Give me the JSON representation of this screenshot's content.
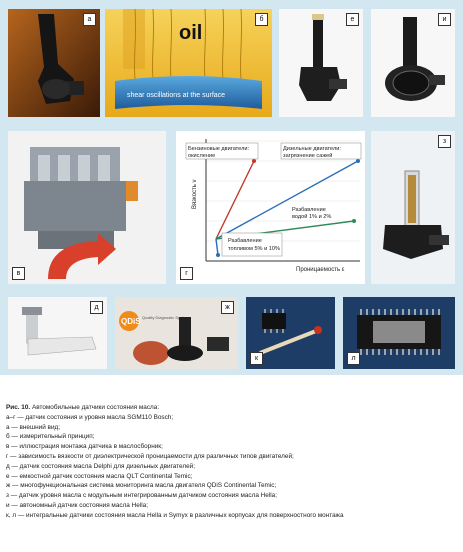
{
  "panels": {
    "a": {
      "tag": "а"
    },
    "b": {
      "tag": "б",
      "oil_label": "oil",
      "wave_label": "shear oscillations at the surface"
    },
    "v": {
      "tag": "в"
    },
    "g": {
      "tag": "г"
    },
    "d": {
      "tag": "д"
    },
    "e": {
      "tag": "е"
    },
    "zh": {
      "tag": "ж",
      "logo_text": "QDiS",
      "logo_sub": "Quality Diagnostic System"
    },
    "z": {
      "tag": "з"
    },
    "i": {
      "tag": "и"
    },
    "k": {
      "tag": "к"
    },
    "l": {
      "tag": "л"
    }
  },
  "chart_data": {
    "type": "line",
    "xlabel": "Проницаемость ε",
    "ylabel": "Вязкость ν",
    "annotations": [
      "Бензиновые двигатели: окисление",
      "Дизельные двигатели: загрязнение сажей",
      "Разбавление водой 1% и 2%",
      "Разбавление топливом 5% и 10%"
    ],
    "series": [
      {
        "color": "#c0392b",
        "trend": "oxidation-up"
      },
      {
        "color": "#2a6fb5",
        "trend": "soot-up"
      },
      {
        "color": "#2e8b57",
        "trend": "water-dilution"
      },
      {
        "color": "#2a6fb5",
        "trend": "fuel-dilution-down"
      }
    ]
  },
  "caption": {
    "title": "Рис. 10.",
    "title_rest": " Автомобильные датчики состояния масла:",
    "lines": [
      "а–г — датчик состояния и уровня масла SGM110 Bosch;",
      "а — внешний вид;",
      "б — измерительный принцип;",
      "в — иллюстрация монтажа датчика в маслосборник;",
      "г — зависимость вязкости от диэлектрической проницаемости для различных типов двигателей;",
      "д — датчик состояния масла Delphi для дизельных двигателей;",
      "е — емкостной датчик состояния масла QLT Continental Temic;",
      "ж — многофункциональная система мониторинга масла двигателя QDiS Continental Temic;",
      "з — датчик уровня масла с модульным интегрированным датчиком состояния масла Hella;",
      "и — автономный датчик состояния масла Hella;",
      "к, л — интегральные датчики состояния масла Hella и Symyx в различных корпусах для поверхностного монтажа"
    ]
  }
}
